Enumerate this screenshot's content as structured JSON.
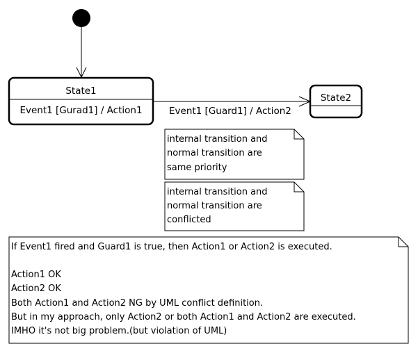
{
  "states": {
    "state1": {
      "name": "State1",
      "internal_transition": "Event1 [Gurad1] / Action1"
    },
    "state2": {
      "name": "State2"
    }
  },
  "transition": {
    "label": "Event1 [Guard1] / Action2"
  },
  "notes": {
    "priority": {
      "lines": [
        "internal transition and",
        "normal transition are",
        "same priority"
      ]
    },
    "conflict": {
      "lines": [
        "internal transition and",
        "normal transition are",
        "conflicted"
      ]
    },
    "explanation": {
      "lines": [
        "If Event1 fired and Guard1 is true, then Action1 or Action2 is executed.",
        "",
        "Action1 OK",
        "Action2 OK",
        "Both Action1 and Action2 NG by UML conflict definition.",
        "But in my approach, only Action2 or both Action1 and Action2 are executed.",
        "IMHO it's not big problem.(but violation of UML)"
      ]
    }
  },
  "colors": {
    "stroke": "#000000",
    "fill": "#ffffff"
  }
}
